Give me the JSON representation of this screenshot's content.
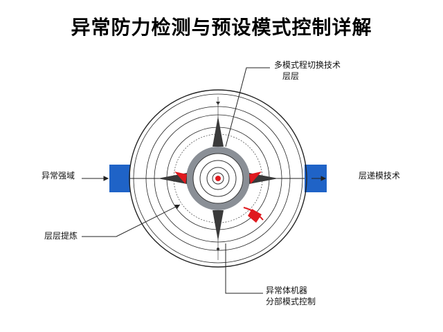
{
  "title": "异常防力检测与预设模式控制详解",
  "labels": {
    "top_line1": "多模式程切换技术",
    "top_line2": "层层",
    "left": "异常强域",
    "right": "层递模技术",
    "lower_left": "层层提炼",
    "bottom_line1": "异常体机器",
    "bottom_line2": "分部模式控制"
  },
  "colors": {
    "ring": "#222222",
    "hub": "#8a8f96",
    "pointer": "#3a3a3a",
    "accent_red": "#e0191e",
    "box_blue": "#1f63c7"
  }
}
